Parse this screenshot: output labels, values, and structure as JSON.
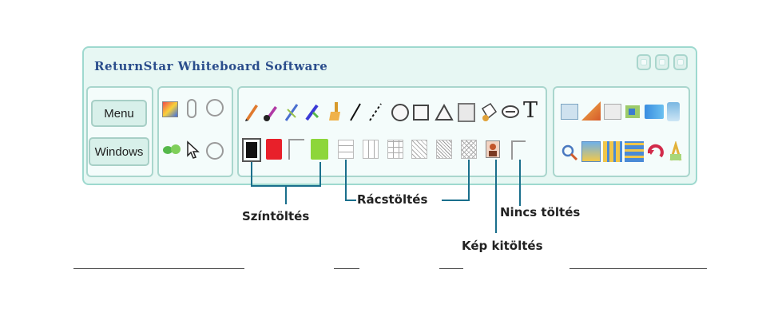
{
  "window": {
    "title": "ReturnStar Whiteboard Software"
  },
  "left_panel": {
    "menu_label": "Menu",
    "windows_label": "Windows"
  },
  "tools": {
    "row1": [
      "pencil-icon",
      "brush-icon",
      "pen-icon",
      "highlighter-icon",
      "paint-brush-icon",
      "line-icon",
      "dashed-line-icon",
      "circle-icon",
      "square-icon",
      "triangle-icon",
      "rectangle-icon",
      "fill-bucket-icon",
      "eraser-icon",
      "text-tool-icon"
    ],
    "colors": {
      "black": "#111111",
      "red": "#e8202a",
      "green": "#8dd63a"
    }
  },
  "annotations": {
    "color_fill": "Színtöltés",
    "grid_fill": "Rácstöltés",
    "no_fill": "Nincs töltés",
    "image_fill": "Kép kitöltés",
    "text_tool_letter": "T"
  }
}
